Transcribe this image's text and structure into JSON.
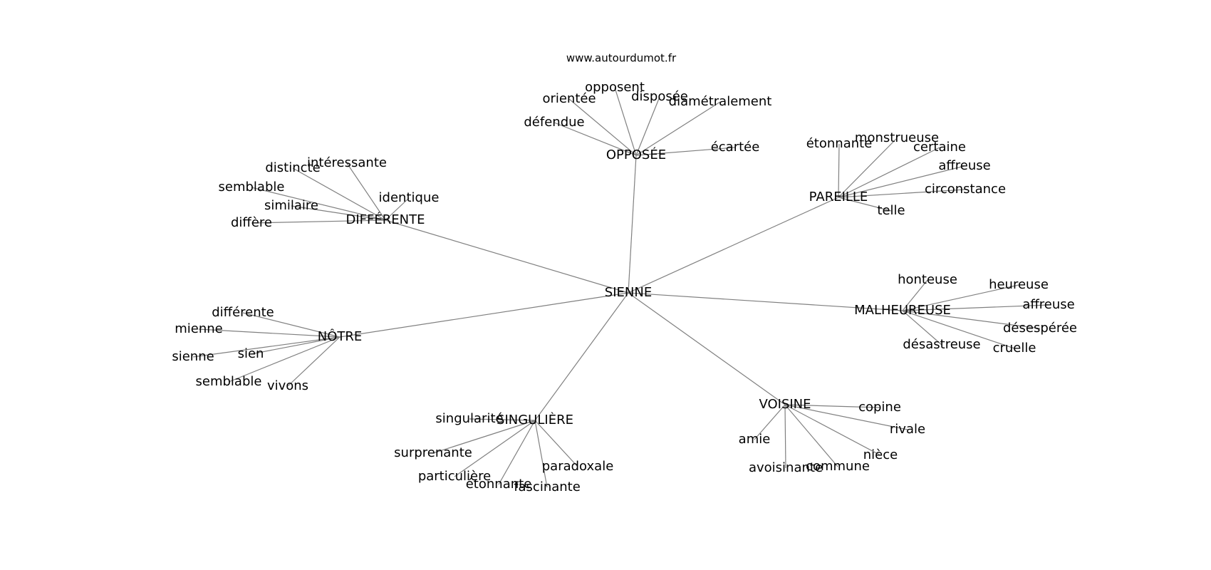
{
  "source": "www.autourdumot.fr",
  "center": "SIENNE",
  "edges": [
    [
      "SIENNE",
      "OPPOSÉE"
    ],
    [
      "SIENNE",
      "DIFFÉRENTE"
    ],
    [
      "SIENNE",
      "PAREILLE"
    ],
    [
      "SIENNE",
      "MALHEUREUSE"
    ],
    [
      "SIENNE",
      "NÔTRE"
    ],
    [
      "SIENNE",
      "SINGULIÈRE"
    ],
    [
      "SIENNE",
      "VOISINE"
    ],
    [
      "OPPOSÉE",
      "opposent"
    ],
    [
      "OPPOSÉE",
      "orientée"
    ],
    [
      "OPPOSÉE",
      "disposée"
    ],
    [
      "OPPOSÉE",
      "diamétralement"
    ],
    [
      "OPPOSÉE",
      "défendue"
    ],
    [
      "OPPOSÉE",
      "écartée"
    ],
    [
      "PAREILLE",
      "étonnante"
    ],
    [
      "PAREILLE",
      "monstrueuse"
    ],
    [
      "PAREILLE",
      "certaine"
    ],
    [
      "PAREILLE",
      "affreuse"
    ],
    [
      "PAREILLE",
      "circonstance"
    ],
    [
      "PAREILLE",
      "telle"
    ],
    [
      "DIFFÉRENTE",
      "intéressante"
    ],
    [
      "DIFFÉRENTE",
      "distincte"
    ],
    [
      "DIFFÉRENTE",
      "semblable"
    ],
    [
      "DIFFÉRENTE",
      "similaire"
    ],
    [
      "DIFFÉRENTE",
      "identique"
    ],
    [
      "DIFFÉRENTE",
      "diffère"
    ],
    [
      "MALHEUREUSE",
      "honteuse"
    ],
    [
      "MALHEUREUSE",
      "heureuse"
    ],
    [
      "MALHEUREUSE",
      "affreuse"
    ],
    [
      "MALHEUREUSE",
      "désespérée"
    ],
    [
      "MALHEUREUSE",
      "désastreuse"
    ],
    [
      "MALHEUREUSE",
      "cruelle"
    ],
    [
      "NÔTRE",
      "différente"
    ],
    [
      "NÔTRE",
      "mienne"
    ],
    [
      "NÔTRE",
      "sienne"
    ],
    [
      "NÔTRE",
      "sien"
    ],
    [
      "NÔTRE",
      "semblable"
    ],
    [
      "NÔTRE",
      "vivons"
    ],
    [
      "SINGULIÈRE",
      "singularité"
    ],
    [
      "SINGULIÈRE",
      "surprenante"
    ],
    [
      "SINGULIÈRE",
      "particulière"
    ],
    [
      "SINGULIÈRE",
      "étonnante"
    ],
    [
      "SINGULIÈRE",
      "fascinante"
    ],
    [
      "SINGULIÈRE",
      "paradoxale"
    ],
    [
      "VOISINE",
      "copine"
    ],
    [
      "VOISINE",
      "rivale"
    ],
    [
      "VOISINE",
      "nièce"
    ],
    [
      "VOISINE",
      "commune"
    ],
    [
      "VOISINE",
      "avoisinante"
    ],
    [
      "VOISINE",
      "amie"
    ]
  ]
}
